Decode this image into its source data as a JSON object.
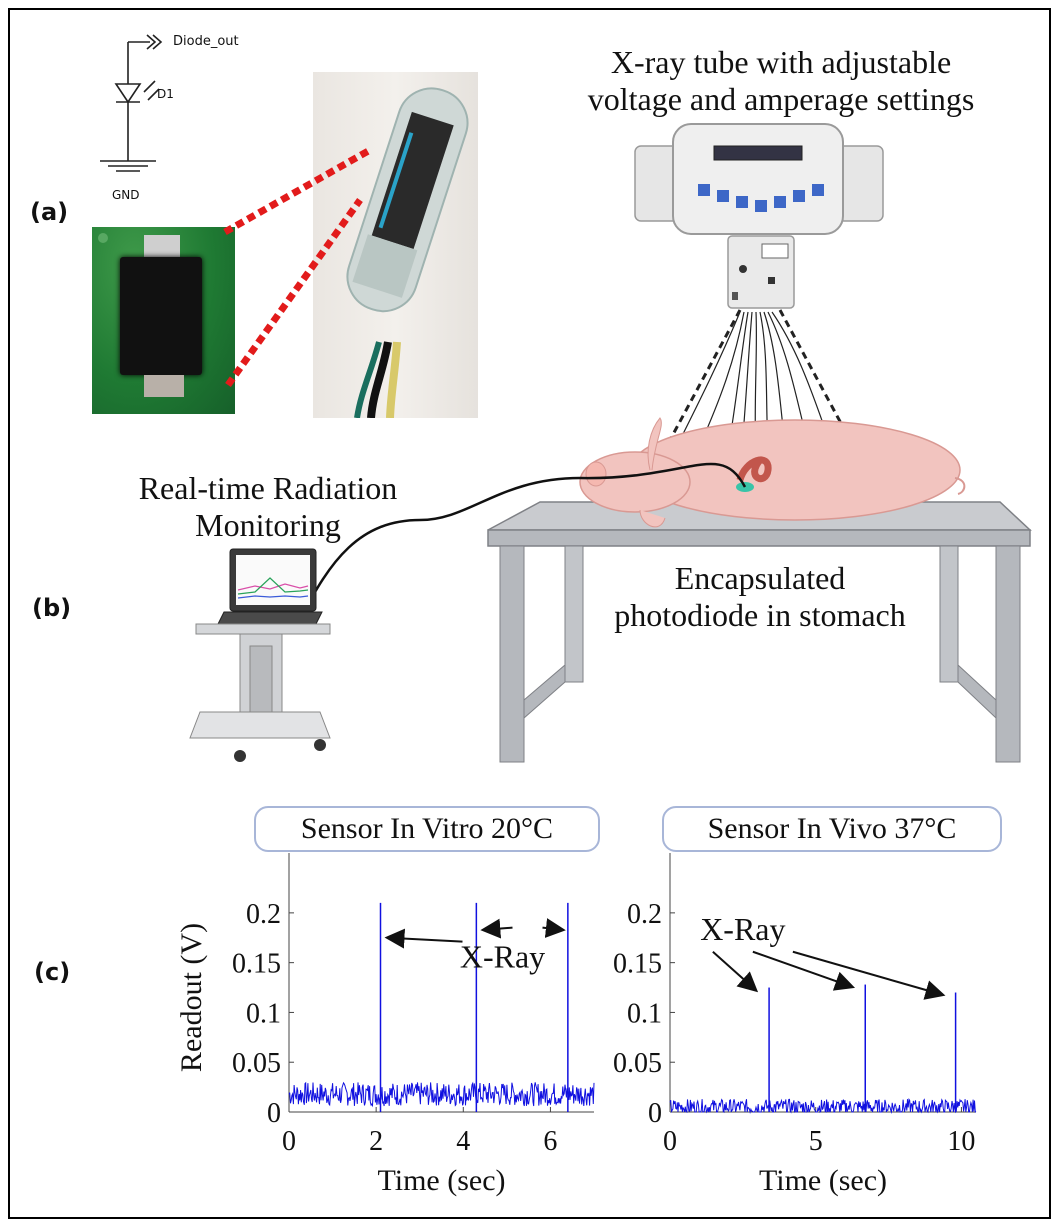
{
  "panels": {
    "a": "(a)",
    "b": "(b)",
    "c": "(c)"
  },
  "schematic": {
    "net_label": "Diode_out",
    "diode_ref": "D1",
    "ground_label": "GND"
  },
  "xray": {
    "title_line1": "X-ray tube with adjustable",
    "title_line2": "voltage and amperage settings"
  },
  "monitoring": {
    "line1": "Real-time Radiation",
    "line2": "Monitoring"
  },
  "photodiode_label": {
    "line1": "Encapsulated",
    "line2": "photodiode in stomach"
  },
  "colors": {
    "signal": "#1010e0",
    "callout_dots": "#e21b1b",
    "chart_box_border": "#a8b6d8",
    "pig_skin": "#f2c4bf"
  },
  "chart_data": [
    {
      "type": "line",
      "title": "Sensor In Vitro 20°C",
      "xlabel": "Time (sec)",
      "ylabel": "Readout (V)",
      "xlim": [
        0,
        7
      ],
      "ylim": [
        0,
        0.23
      ],
      "xticks": [
        0,
        2,
        4,
        6
      ],
      "yticks": [
        0,
        0.05,
        0.1,
        0.15,
        0.2
      ],
      "ytick_labels": [
        "0",
        "0.05",
        "0.1",
        "0.15",
        "0.2"
      ],
      "baseline": 0.018,
      "noise": 0.012,
      "peaks": [
        {
          "x": 2.1,
          "y": 0.21
        },
        {
          "x": 4.3,
          "y": 0.21
        },
        {
          "x": 6.4,
          "y": 0.21
        }
      ],
      "annotation": "X-Ray",
      "color": "#1010e0"
    },
    {
      "type": "line",
      "title": "Sensor In Vivo 37°C",
      "xlabel": "Time (sec)",
      "ylabel": "",
      "xlim": [
        0,
        10.5
      ],
      "ylim": [
        0,
        0.23
      ],
      "xticks": [
        0,
        5,
        10
      ],
      "yticks": [
        0,
        0.05,
        0.1,
        0.15,
        0.2
      ],
      "ytick_labels": [
        "0",
        "0.05",
        "0.1",
        "0.15",
        "0.2"
      ],
      "baseline": 0.005,
      "noise": 0.008,
      "peaks": [
        {
          "x": 3.4,
          "y": 0.125
        },
        {
          "x": 6.7,
          "y": 0.128
        },
        {
          "x": 9.8,
          "y": 0.12
        }
      ],
      "annotation": "X-Ray",
      "color": "#1010e0"
    }
  ]
}
